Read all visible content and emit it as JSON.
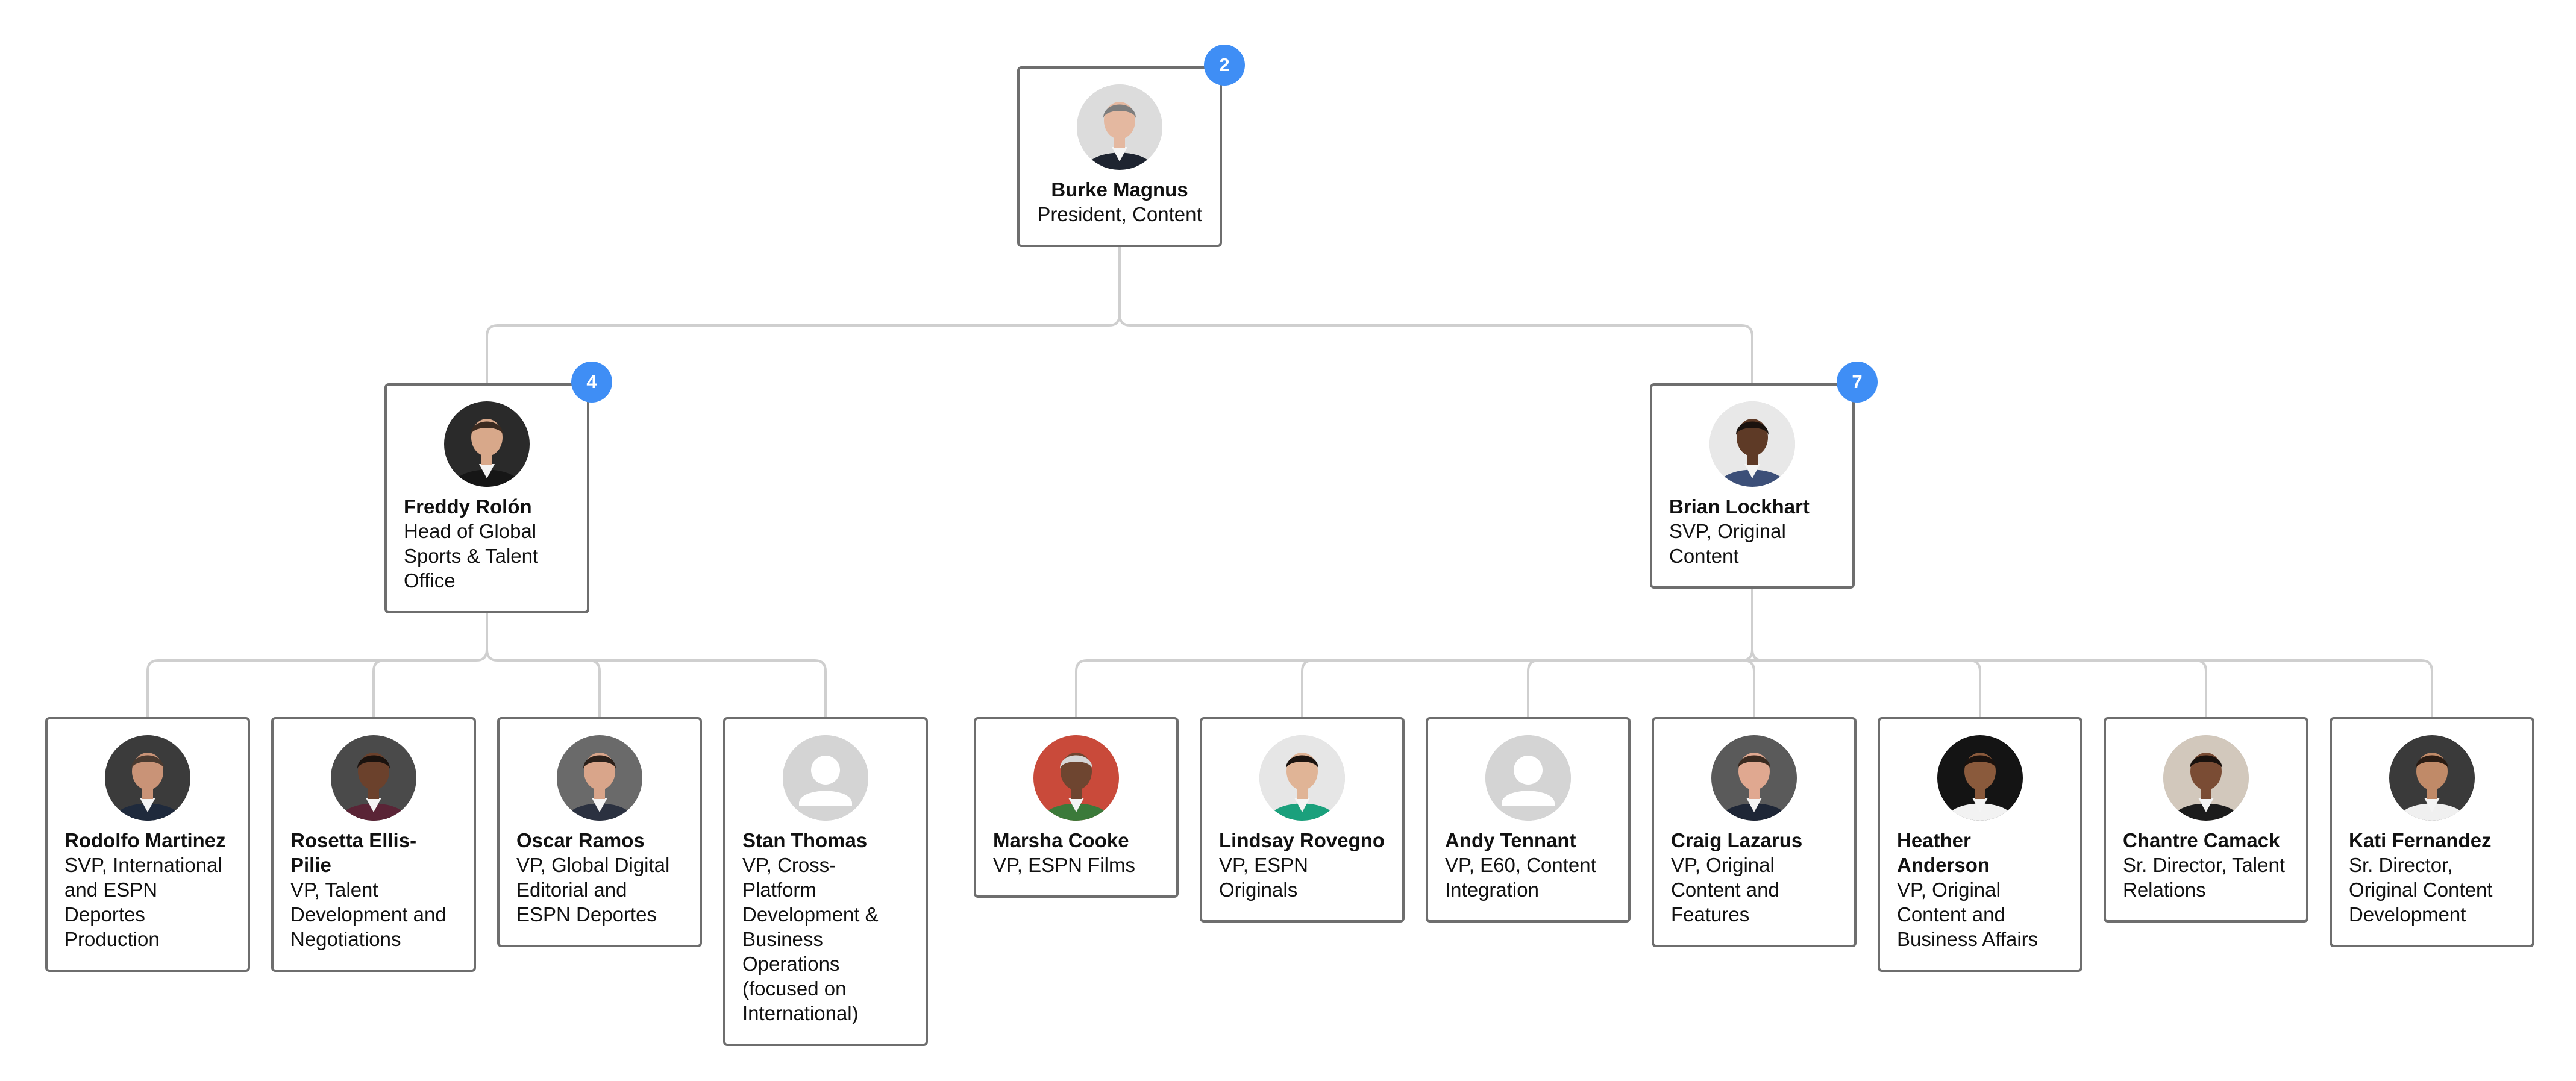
{
  "colors": {
    "badge": "#3f8ef5",
    "connector": "#cfcfcf",
    "border": "#6e6e6e"
  },
  "root": {
    "id": "burke-magnus",
    "name": "Burke Magnus",
    "title": "President, Content",
    "badge": "2",
    "avatar": {
      "type": "photo",
      "skin": "#e4b8a0",
      "hair": "#7d7d7d",
      "suit": "#1e2430",
      "bg": "#dcdcdc"
    },
    "children": [
      {
        "id": "freddy-rolon",
        "name": "Freddy Rolón",
        "title": "Head of Global Sports & Talent Office",
        "badge": "4",
        "avatar": {
          "type": "photo",
          "skin": "#d8a88a",
          "hair": "#3a2a20",
          "suit": "#161616",
          "bg": "#2a2a2a"
        },
        "children": [
          {
            "id": "rodolfo-martinez",
            "name": "Rodolfo Martinez",
            "title": "SVP, International and ESPN Deportes Production",
            "avatar": {
              "type": "photo",
              "skin": "#c99377",
              "hair": "#4a3a30",
              "suit": "#1f2a3c",
              "bg": "#3b3b3b"
            }
          },
          {
            "id": "rosetta-ellis-pilie",
            "name": "Rosetta Ellis-Pilie",
            "title": "VP, Talent Development and Negotiations",
            "avatar": {
              "type": "photo",
              "skin": "#6b412c",
              "hair": "#1a120e",
              "suit": "#5a2436",
              "bg": "#4a4a4a"
            }
          },
          {
            "id": "oscar-ramos",
            "name": "Oscar Ramos",
            "title": "VP, Global Digital Editorial and ESPN Deportes",
            "avatar": {
              "type": "photo",
              "skin": "#d9a58a",
              "hair": "#2b201a",
              "suit": "#2b3140",
              "bg": "#6a6a6a"
            }
          },
          {
            "id": "stan-thomas",
            "name": "Stan Thomas",
            "title": "VP, Cross-Platform Development & Business Operations (focused on International)",
            "avatar": {
              "type": "placeholder"
            }
          }
        ]
      },
      {
        "id": "brian-lockhart",
        "name": "Brian Lockhart",
        "title": "SVP, Original Content",
        "badge": "7",
        "avatar": {
          "type": "photo",
          "skin": "#5e3a26",
          "hair": "#1a120e",
          "suit": "#3c4f78",
          "bg": "#e8e8e8"
        },
        "children": [
          {
            "id": "marsha-cooke",
            "name": "Marsha Cooke",
            "title": "VP, ESPN Films",
            "avatar": {
              "type": "photo",
              "skin": "#6e4530",
              "hair": "#d6d6d6",
              "suit": "#3b7a3a",
              "bg": "#c94a3a"
            }
          },
          {
            "id": "lindsay-rovegno",
            "name": "Lindsay Rovegno",
            "title": "VP, ESPN Originals",
            "avatar": {
              "type": "photo",
              "skin": "#e0b496",
              "hair": "#1c1410",
              "suit": "#1aa07c",
              "bg": "#e6e6e6"
            }
          },
          {
            "id": "andy-tennant",
            "name": "Andy Tennant",
            "title": "VP, E60, Content Integration",
            "avatar": {
              "type": "placeholder"
            }
          },
          {
            "id": "craig-lazarus",
            "name": "Craig Lazarus",
            "title": "VP, Original Content and Features",
            "avatar": {
              "type": "photo",
              "skin": "#e0a890",
              "hair": "#3a2a20",
              "suit": "#1e2636",
              "bg": "#5a5a5a"
            }
          },
          {
            "id": "heather-anderson",
            "name": "Heather Anderson",
            "title": "VP, Original Content and Business Affairs",
            "avatar": {
              "type": "photo",
              "skin": "#8a5a3c",
              "hair": "#1a120e",
              "suit": "#f2f2f2",
              "bg": "#141414"
            }
          },
          {
            "id": "chantre-camack",
            "name": "Chantre Camack",
            "title": "Sr. Director, Talent Relations",
            "avatar": {
              "type": "photo",
              "skin": "#7a4c34",
              "hair": "#1a120e",
              "suit": "#1c1c1c",
              "bg": "#d2c8bc"
            }
          },
          {
            "id": "kati-fernandez",
            "name": "Kati Fernandez",
            "title": "Sr. Director, Original Content Development",
            "avatar": {
              "type": "photo",
              "skin": "#c08a68",
              "hair": "#2a1c14",
              "suit": "#f0f0f0",
              "bg": "#3a3a3a"
            }
          }
        ]
      }
    ]
  }
}
